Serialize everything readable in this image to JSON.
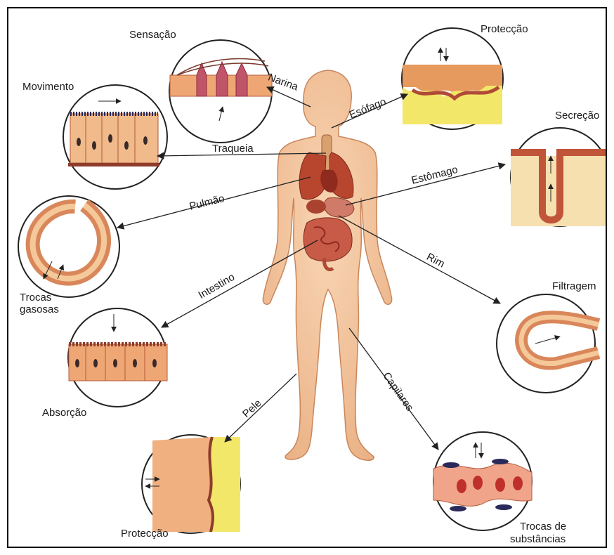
{
  "figure": {
    "circle_labels": {
      "sensacao": "Sensação",
      "proteccao_top": "Protecção",
      "movimento": "Movimento",
      "secrecao": "Secreção",
      "trocas_gasosas_1": "Trocas",
      "trocas_gasosas_2": "gasosas",
      "filtragem": "Filtragem",
      "absorcao": "Absorção",
      "proteccao_bottom": "Protecção",
      "trocas_subst_1": "Trocas de",
      "trocas_subst_2": "substâncias"
    },
    "organ_labels": {
      "narina": "Narina",
      "esofago": "Esófago",
      "traqueia": "Traqueia",
      "estomago": "Estômago",
      "pulmao": "Pulmão",
      "rim": "Rim",
      "intestino": "Intestino",
      "pele": "Pele",
      "capilares": "Capilares"
    },
    "colors": {
      "skin": "#f4c49a",
      "skin_outline": "#c9865b",
      "organ": "#c0553a",
      "tissue": "#e8a36b",
      "tissue_dark": "#b5583a",
      "yellow": "#f5e66a",
      "line": "#222222"
    }
  }
}
